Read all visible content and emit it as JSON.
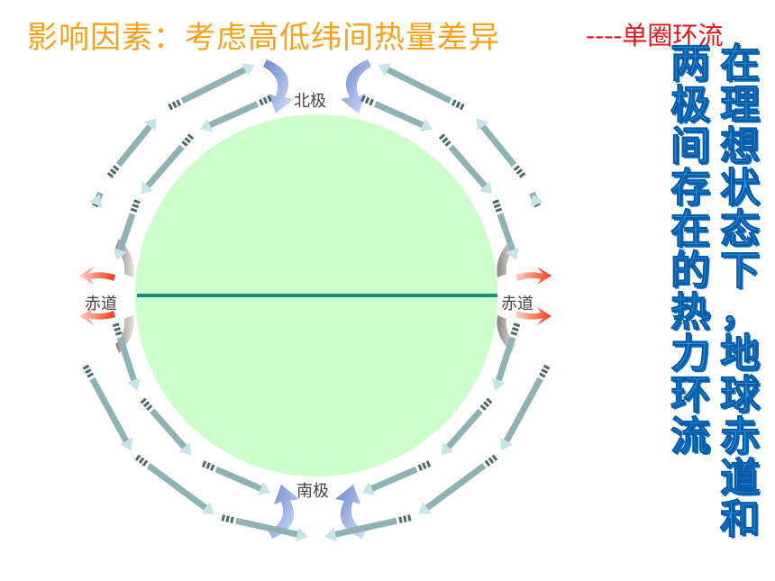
{
  "title": "影响因素：考虑高低纬间热量差异",
  "subtitle": "----单圈环流",
  "vertical_text": {
    "left_column": "两极间存在的热力环流",
    "right_column": "在理想状态下，地球赤道和"
  },
  "labels": {
    "north_pole": "北极",
    "south_pole": "南极",
    "equator_left": "赤道",
    "equator_right": "赤道"
  },
  "colors": {
    "title": "#f7a21b",
    "subtitle": "#e1141a",
    "earth_fill": "#ccffcc",
    "equator_line": "#1a8c7f",
    "vertical_text": "#1aa0e0"
  }
}
